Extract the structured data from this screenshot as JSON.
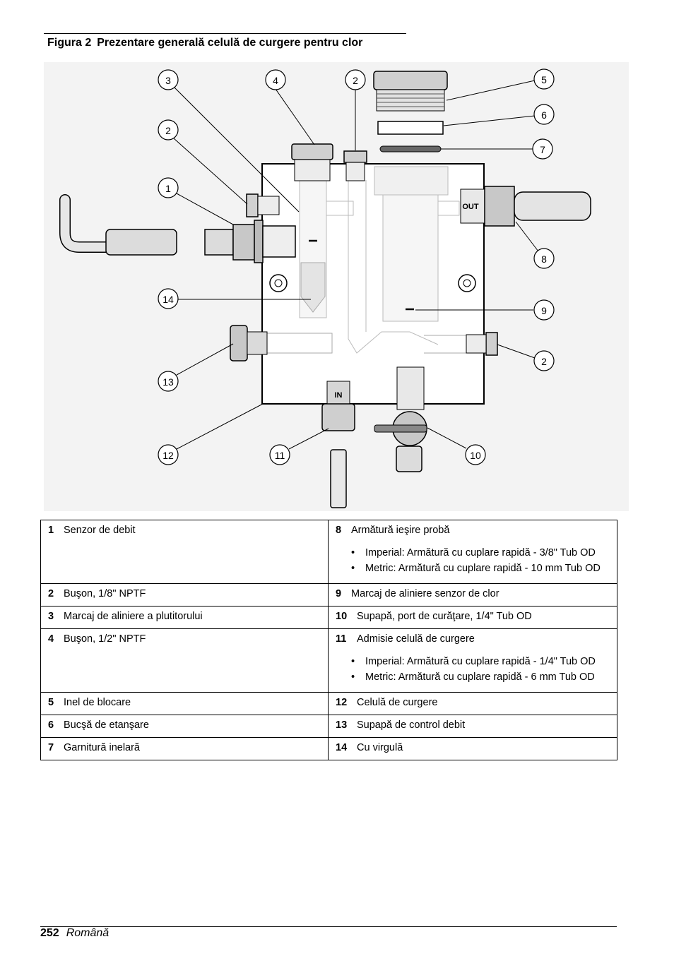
{
  "figure": {
    "label": "Figura 2",
    "title": "Prezentare generală celulă de curgere pentru clor",
    "out_label": "OUT",
    "in_label": "IN",
    "callouts": [
      "3",
      "4",
      "2",
      "5",
      "6",
      "2",
      "7",
      "1",
      "8",
      "14",
      "9",
      "2",
      "13",
      "12",
      "11",
      "10"
    ]
  },
  "legend": {
    "rows": [
      {
        "left": {
          "num": "1",
          "text": "Senzor de debit"
        },
        "right": {
          "num": "8",
          "text": "Armătură ieşire probă",
          "bullets": [
            "Imperial: Armătură cu cuplare rapidă - 3/8\" Tub OD",
            "Metric: Armătură cu cuplare rapidă - 10 mm Tub OD"
          ]
        }
      },
      {
        "left": {
          "num": "2",
          "text": "Buşon, 1/8\" NPTF"
        },
        "right": {
          "num": "9",
          "text": "Marcaj de aliniere senzor de clor"
        }
      },
      {
        "left": {
          "num": "3",
          "text": "Marcaj de aliniere a plutitorului"
        },
        "right": {
          "num": "10",
          "text": "Supapă, port de curăţare, 1/4\" Tub OD"
        }
      },
      {
        "left": {
          "num": "4",
          "text": "Buşon, 1/2\" NPTF"
        },
        "right": {
          "num": "11",
          "text": "Admisie celulă de curgere",
          "bullets": [
            "Imperial: Armătură cu cuplare rapidă - 1/4\" Tub OD",
            "Metric: Armătură cu cuplare rapidă - 6 mm Tub OD"
          ]
        }
      },
      {
        "left": {
          "num": "5",
          "text": "Inel de blocare"
        },
        "right": {
          "num": "12",
          "text": "Celulă de curgere"
        }
      },
      {
        "left": {
          "num": "6",
          "text": "Bucşă de etanşare"
        },
        "right": {
          "num": "13",
          "text": "Supapă de control debit"
        }
      },
      {
        "left": {
          "num": "7",
          "text": "Garnitură inelară"
        },
        "right": {
          "num": "14",
          "text": "Cu virgulă"
        }
      }
    ],
    "bullet_char": "•"
  },
  "footer": {
    "page_number": "252",
    "language": "Română"
  }
}
